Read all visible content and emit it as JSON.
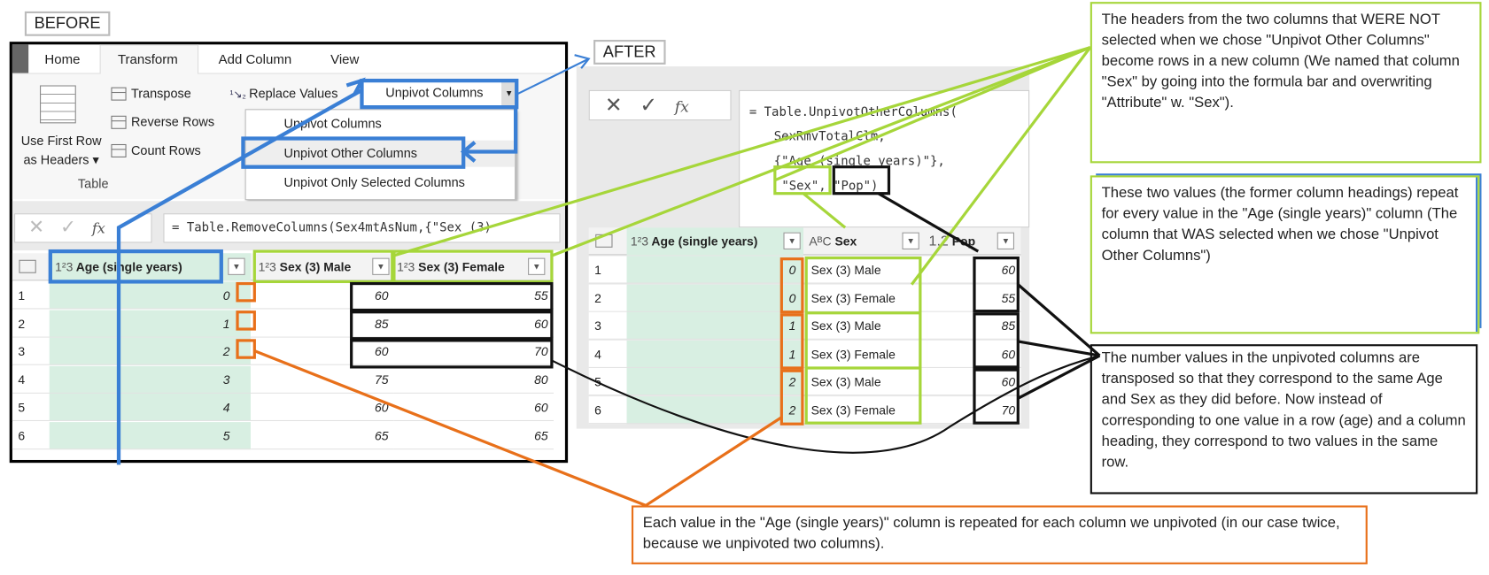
{
  "before": {
    "label": "BEFORE",
    "tabs": [
      "Home",
      "Transform",
      "Add Column",
      "View"
    ],
    "ribbon": {
      "use_first_row": "Use First Row",
      "as_headers": "as Headers",
      "transpose": "Transpose",
      "reverse_rows": "Reverse Rows",
      "count_rows": "Count Rows",
      "group_label": "Table",
      "replace_values": "Replace Values",
      "unpivot_button": "Unpivot Columns"
    },
    "menu": [
      "Unpivot Columns",
      "Unpivot Other Columns",
      "Unpivot Only Selected Columns"
    ],
    "formula": "= Table.RemoveColumns(Sex4mtAsNum,{\"Sex (3)",
    "fx": "fx",
    "columns": [
      {
        "type": "1²3",
        "name": "Age (single years)"
      },
      {
        "type": "1²3",
        "name": "Sex (3) Male"
      },
      {
        "type": "1²3",
        "name": "Sex (3) Female"
      }
    ],
    "rows": [
      [
        "1",
        "0",
        "60",
        "55"
      ],
      [
        "2",
        "1",
        "85",
        "60"
      ],
      [
        "3",
        "2",
        "60",
        "70"
      ],
      [
        "4",
        "3",
        "75",
        "80"
      ],
      [
        "5",
        "4",
        "60",
        "60"
      ],
      [
        "6",
        "5",
        "65",
        "65"
      ]
    ]
  },
  "after": {
    "label": "AFTER",
    "fx": "fx",
    "formula": [
      "= Table.UnpivotOtherColumns(",
      "SexRmvTotalClm,",
      "{\"Age (single years)\"},",
      "\"Sex\",",
      "\"Pop\")"
    ],
    "columns": [
      {
        "type": "1²3",
        "name": "Age (single years)"
      },
      {
        "type": "AᴮC",
        "name": "Sex"
      },
      {
        "type": "1.2",
        "name": "Pop"
      }
    ],
    "rows": [
      [
        "1",
        "0",
        "Sex (3) Male",
        "60"
      ],
      [
        "2",
        "0",
        "Sex (3) Female",
        "55"
      ],
      [
        "3",
        "1",
        "Sex (3) Male",
        "85"
      ],
      [
        "4",
        "1",
        "Sex (3) Female",
        "60"
      ],
      [
        "5",
        "2",
        "Sex (3) Male",
        "60"
      ],
      [
        "6",
        "2",
        "Sex (3) Female",
        "70"
      ]
    ]
  },
  "notes": {
    "headers": "The headers from the two columns that WERE NOT selected when we chose \"Unpivot Other Columns\" become rows in a new column (We named that column \"Sex\" by going into  the formula bar and overwriting \"Attribute\" w. \"Sex\").",
    "values": "These two values (the former column headings) repeat for every value in the \"Age (single years)\" column (The column that WAS selected when we chose \"Unpivot Other Columns\")",
    "numbers": "The number values in the unpivoted columns are transposed so that they correspond to the same Age and Sex as they did before. Now instead of corresponding to one value in a row (age) and a column heading, they correspond to two values in the same row.",
    "age": "Each value in the \"Age (single years)\" column is repeated for each column we unpivoted (in our case twice, because we unpivoted two columns)."
  },
  "colors": {
    "blue": "#3a7fd5",
    "green": "#a6d63a",
    "orange": "#e8701a",
    "black": "#111",
    "age_fill": "#d8efe2"
  }
}
